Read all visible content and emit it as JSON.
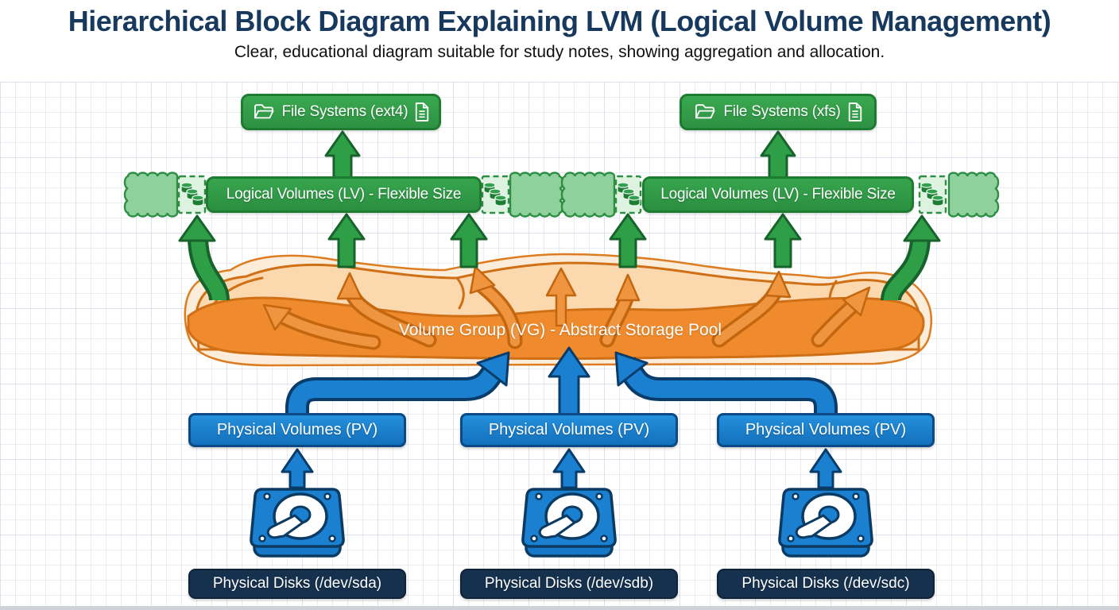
{
  "header": {
    "title": "Hierarchical Block Diagram Explaining LVM (Logical Volume Management)",
    "subtitle": "Clear, educational diagram suitable for study notes, showing aggregation and allocation."
  },
  "file_systems": [
    {
      "label": "File Systems (ext4)",
      "left_icon": "open-folder-icon",
      "right_icon": "document-icon"
    },
    {
      "label": "File Systems (xfs)",
      "left_icon": "open-folder-icon",
      "right_icon": "document-icon"
    }
  ],
  "logical_volumes": [
    {
      "label": "Logical Volumes (LV) - Flexible Size",
      "end_icons": "volume-stack-icon"
    },
    {
      "label": "Logical Volumes (LV) - Flexible Size",
      "end_icons": "volume-stack-icon"
    }
  ],
  "volume_group": {
    "label": "Volume Group (VG) - Abstract Storage Pool"
  },
  "physical_volumes": [
    {
      "label": "Physical Volumes (PV)"
    },
    {
      "label": "Physical Volumes (PV)"
    },
    {
      "label": "Physical Volumes (PV)"
    }
  ],
  "physical_disks": [
    {
      "label": "Physical Disks (/dev/sda)",
      "icon": "hard-disk-icon"
    },
    {
      "label": "Physical Disks (/dev/sdb)",
      "icon": "hard-disk-icon"
    },
    {
      "label": "Physical Disks (/dev/sdc)",
      "icon": "hard-disk-icon"
    }
  ],
  "colors": {
    "title_navy": "#18395e",
    "green": "#2f9f47",
    "green_dark": "#1d7c31",
    "green_light": "#8fd19d",
    "green_pale": "#def2e0",
    "orange_band": "#f08b2d",
    "orange_lobe": "#fbd8ad",
    "orange_halo": "#fcecda",
    "orange_dark": "#cf6f16",
    "blue": "#1b80cf",
    "blue_dark": "#0a3c6b",
    "navy_label": "#16314e"
  }
}
